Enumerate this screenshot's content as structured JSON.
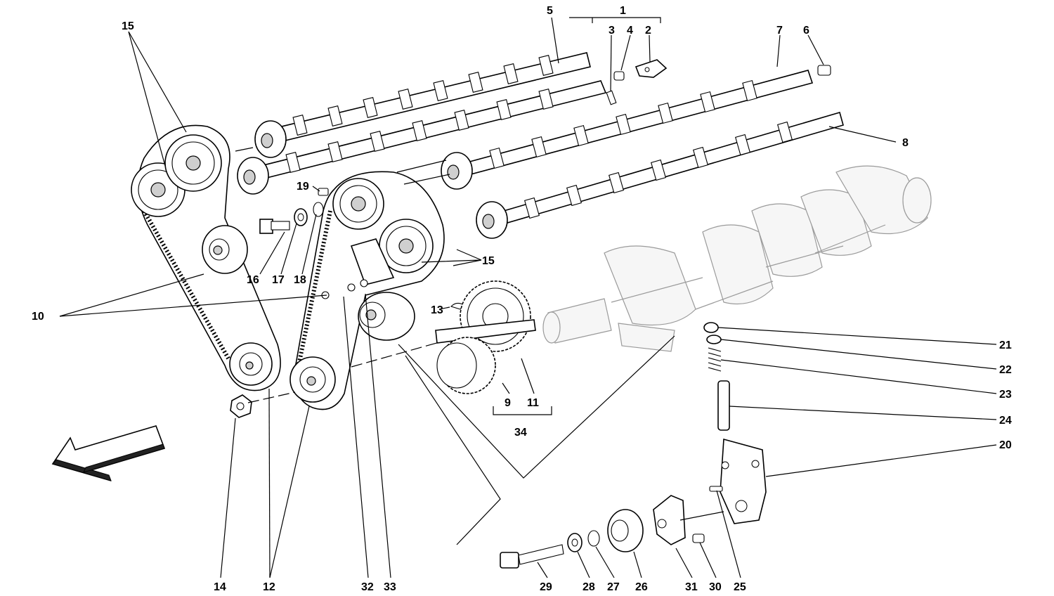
{
  "callouts": [
    {
      "id": "c1",
      "label": "1"
    },
    {
      "id": "c2",
      "label": "2"
    },
    {
      "id": "c3",
      "label": "3"
    },
    {
      "id": "c4",
      "label": "4"
    },
    {
      "id": "c5",
      "label": "5"
    },
    {
      "id": "c6",
      "label": "6"
    },
    {
      "id": "c7",
      "label": "7"
    },
    {
      "id": "c8",
      "label": "8"
    },
    {
      "id": "c9",
      "label": "9"
    },
    {
      "id": "c10",
      "label": "10"
    },
    {
      "id": "c11",
      "label": "11"
    },
    {
      "id": "c12",
      "label": "12"
    },
    {
      "id": "c13",
      "label": "13"
    },
    {
      "id": "c14",
      "label": "14"
    },
    {
      "id": "c15a",
      "label": "15"
    },
    {
      "id": "c15b",
      "label": "15"
    },
    {
      "id": "c16",
      "label": "16"
    },
    {
      "id": "c17",
      "label": "17"
    },
    {
      "id": "c18",
      "label": "18"
    },
    {
      "id": "c19",
      "label": "19"
    },
    {
      "id": "c20",
      "label": "20"
    },
    {
      "id": "c21",
      "label": "21"
    },
    {
      "id": "c22",
      "label": "22"
    },
    {
      "id": "c23",
      "label": "23"
    },
    {
      "id": "c24",
      "label": "24"
    },
    {
      "id": "c25",
      "label": "25"
    },
    {
      "id": "c26",
      "label": "26"
    },
    {
      "id": "c27",
      "label": "27"
    },
    {
      "id": "c28",
      "label": "28"
    },
    {
      "id": "c29",
      "label": "29"
    },
    {
      "id": "c30",
      "label": "30"
    },
    {
      "id": "c31",
      "label": "31"
    },
    {
      "id": "c32",
      "label": "32"
    },
    {
      "id": "c33",
      "label": "33"
    },
    {
      "id": "c34",
      "label": "34"
    }
  ],
  "direction_arrow": {
    "icon": "direction-arrow-icon"
  },
  "colors": {
    "ink": "#000000",
    "ghost": "#9a9a9a",
    "background": "#ffffff"
  }
}
